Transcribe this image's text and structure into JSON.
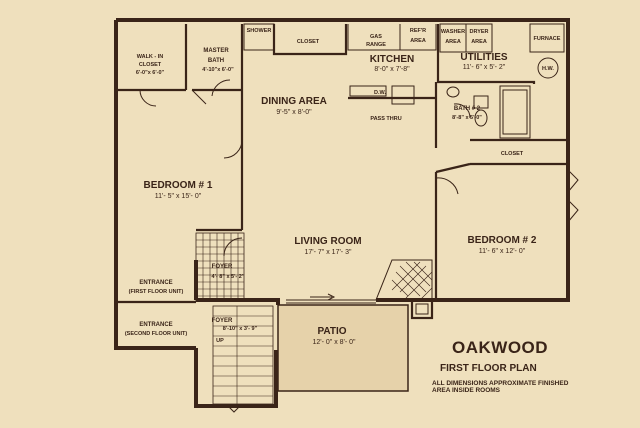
{
  "title": "OAKWOOD",
  "subtitle": "FIRST FLOOR PLAN",
  "note_line1": "ALL DIMENSIONS APPROXIMATE FINISHED",
  "note_line2": "AREA INSIDE ROOMS",
  "rooms": {
    "walk_in_closet": {
      "label1": "WALK - IN",
      "label2": "CLOSET",
      "dims": "6'-0\"x 6'-0\""
    },
    "master_bath": {
      "label1": "MASTER",
      "label2": "BATH",
      "dims": "4'-10\"x 6'-0\""
    },
    "shower": {
      "label": "SHOWER"
    },
    "closet_top": {
      "label": "CLOSET"
    },
    "gas_range": {
      "label1": "GAS",
      "label2": "RANGE"
    },
    "refr_area": {
      "label1": "REF'R",
      "label2": "AREA"
    },
    "washer_area": {
      "label1": "WASHER",
      "label2": "AREA"
    },
    "dryer_area": {
      "label1": "DRYER",
      "label2": "AREA"
    },
    "furnace": {
      "label": "FURNACE"
    },
    "kitchen": {
      "label": "KITCHEN",
      "dims": "8'-0\" x 7'-8\""
    },
    "utilities": {
      "label": "UTILITIES",
      "dims": "11'- 6\" x 5'- 2\""
    },
    "hw": {
      "label": "H.W."
    },
    "dining_area": {
      "label": "DINING AREA",
      "dims": "9'-5\" x 8'-0\""
    },
    "dw": {
      "label": "D.W."
    },
    "pass_thru": {
      "label": "PASS THRU"
    },
    "bath2": {
      "label": "BATH # 2",
      "dims": "8'-8\" x 5'-0\""
    },
    "closet_bath": {
      "label": "CLOSET"
    },
    "bedroom1": {
      "label": "BEDROOM # 1",
      "dims": "11'- 5\" x 15'- 0\""
    },
    "living_room": {
      "label": "LIVING ROOM",
      "dims": "17'- 7\" x 17'- 3\""
    },
    "bedroom2": {
      "label": "BEDROOM # 2",
      "dims": "11'- 6\" x 12'- 0\""
    },
    "foyer1": {
      "label": "FOYER",
      "dims": "4'- 8\" x 5'- 2\""
    },
    "foyer2": {
      "label": "FOYER",
      "dims": "8'-10\" x 3'- 9\""
    },
    "entrance1": {
      "label": "ENTRANCE",
      "sub": "(FIRST FLOOR UNIT)"
    },
    "entrance2": {
      "label": "ENTRANCE",
      "sub": "(SECOND FLOOR UNIT)"
    },
    "up": {
      "label": "UP"
    },
    "patio": {
      "label": "PATIO",
      "dims": "12'- 0\" x 8'- 0\""
    }
  }
}
